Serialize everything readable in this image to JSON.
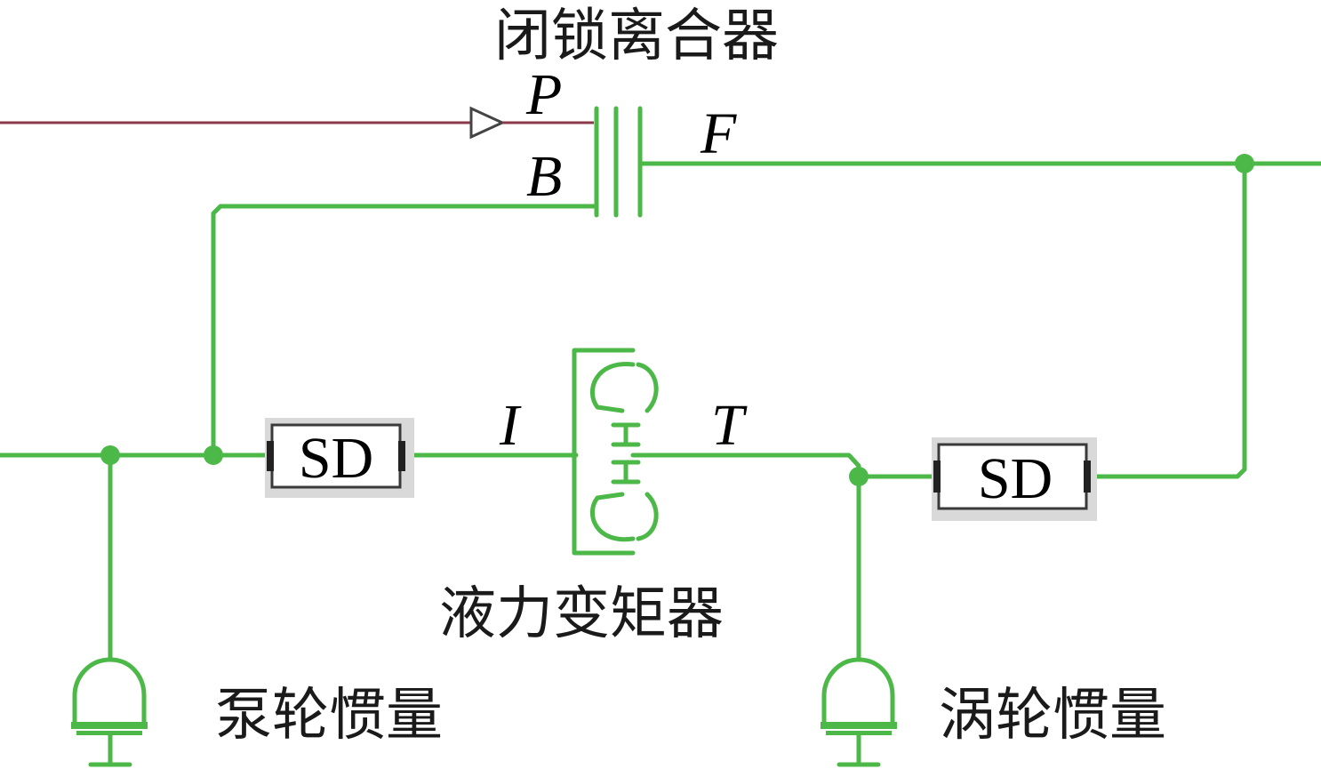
{
  "labels": {
    "lockup_clutch": "闭锁离合器",
    "torque_converter": "液力变矩器",
    "pump_inertia": "泵轮惯量",
    "turbine_inertia": "涡轮惯量"
  },
  "ports": {
    "clutch_P": "P",
    "clutch_B": "B",
    "clutch_F": "F",
    "converter_I": "I",
    "converter_T": "T"
  },
  "blocks": {
    "sd_left": "SD",
    "sd_right": "SD"
  },
  "colors": {
    "mechanical_line": "#4cb848",
    "signal_line": "#8b3a4a",
    "block_border": "#3a3a3a"
  }
}
